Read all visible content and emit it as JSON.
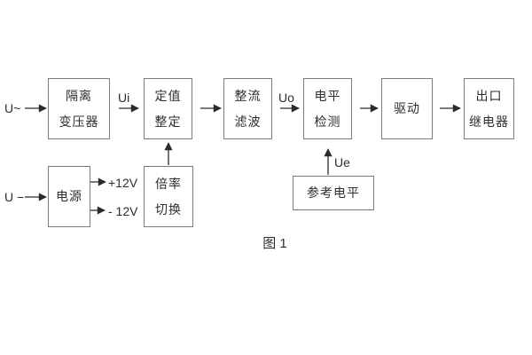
{
  "figure": {
    "caption": "图 1",
    "colors": {
      "background": "#ffffff",
      "box_border": "#7b7c7f",
      "text": "#2d2d2d",
      "arrow": "#2a2a2a"
    },
    "boxes": [
      {
        "name": "isolation-transformer",
        "lines": [
          "隔离",
          "变压器"
        ]
      },
      {
        "name": "setting-adjust",
        "lines": [
          "定值",
          "整定"
        ]
      },
      {
        "name": "rectify-filter",
        "lines": [
          "整流",
          "滤波"
        ]
      },
      {
        "name": "level-detect",
        "lines": [
          "电平",
          "检测"
        ]
      },
      {
        "name": "drive",
        "lines": [
          "驱动"
        ]
      },
      {
        "name": "output-relay",
        "lines": [
          "出口",
          "继电器"
        ]
      },
      {
        "name": "power-supply",
        "lines": [
          "电源"
        ]
      },
      {
        "name": "ratio-switch",
        "lines": [
          "倍率",
          "切换"
        ]
      },
      {
        "name": "reference-level",
        "lines": [
          "参考电平"
        ]
      }
    ],
    "labels": {
      "input_ac": "U~",
      "input_dc": "U −",
      "ui": "Ui",
      "uo": "Uo",
      "ue": "Ue",
      "plus_12v": "+12V",
      "minus_12v": "- 12V"
    }
  }
}
